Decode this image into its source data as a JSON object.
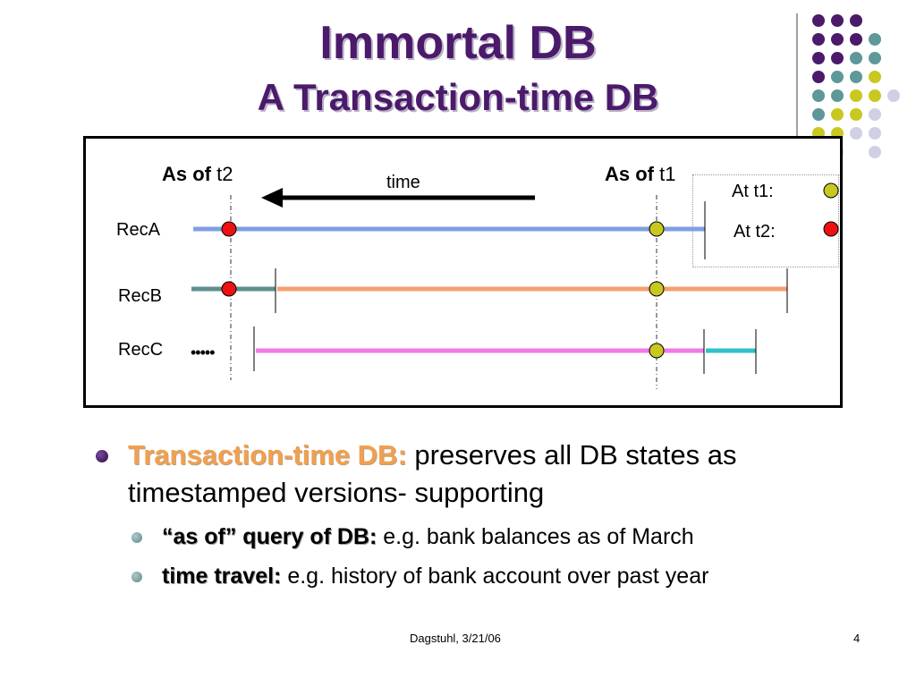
{
  "slide": {
    "title_line1": "Immortal DB",
    "title_line2": "A Transaction-time DB",
    "footer_left": "Dagstuhl, 3/21/06",
    "footer_right": "4"
  },
  "colors": {
    "title": "#4b1a6b",
    "dot_purple": "#4b1a6b",
    "dot_teal": "#5e9898",
    "dot_yellow": "#c8c820",
    "dot_lavender": "#d0d0e4",
    "past_marker": "#ee1111",
    "current_marker": "#c8c820",
    "recA_line": "#7f9fe0",
    "recB_old_line": "#5f8f8f",
    "recB_line": "#f5a070",
    "recC_line": "#f07ae8",
    "recC_new_line": "#30c0c8"
  },
  "diagram": {
    "as_of_t2": {
      "bold": "As of",
      "rest": " t2"
    },
    "as_of_t1": {
      "bold": "As of",
      "rest": " t1"
    },
    "time_label": "time",
    "records": [
      "RecA",
      "RecB",
      "RecC"
    ],
    "recC_prefix": "•••••",
    "legend": {
      "at_t1": "At t1:",
      "at_t2": "At t2:"
    }
  },
  "bullets": {
    "main": {
      "lead": "Transaction-time DB:",
      "text": " preserves all DB states as timestamped versions- supporting"
    },
    "sub": [
      {
        "lead": "“as of” query of DB:",
        "text": " e.g. bank balances as of March"
      },
      {
        "lead": "time travel:",
        "text": " e.g. history of bank account over past year"
      }
    ]
  }
}
